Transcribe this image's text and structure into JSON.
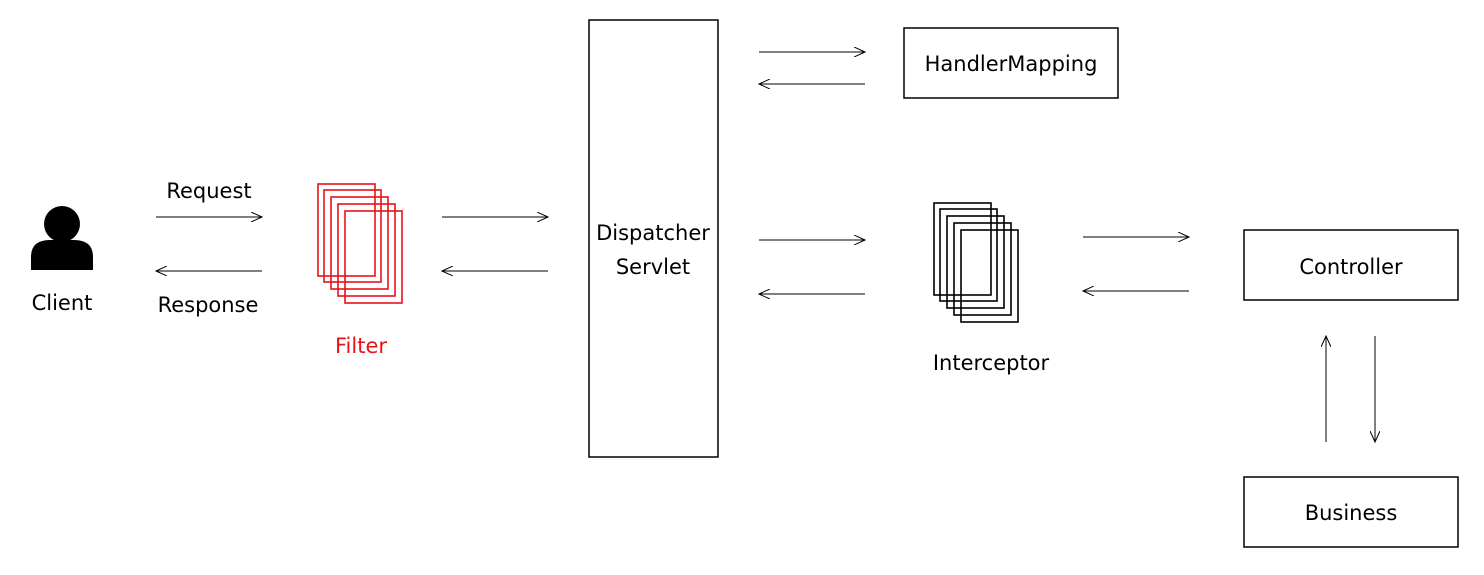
{
  "colors": {
    "line": "#000000",
    "filter_accent": "#e8121a",
    "background": "#ffffff"
  },
  "client": {
    "icon": "person-icon",
    "label": "Client"
  },
  "flow_labels": {
    "request": "Request",
    "response": "Response"
  },
  "filter": {
    "icon": "stacked-pages-icon",
    "label": "Filter"
  },
  "dispatcher": {
    "line1": "Dispatcher",
    "line2": "Servlet"
  },
  "handler_mapping": {
    "label": "HandlerMapping"
  },
  "interceptor": {
    "icon": "stacked-pages-icon",
    "label": "Interceptor"
  },
  "controller": {
    "label": "Controller"
  },
  "business": {
    "label": "Business"
  }
}
